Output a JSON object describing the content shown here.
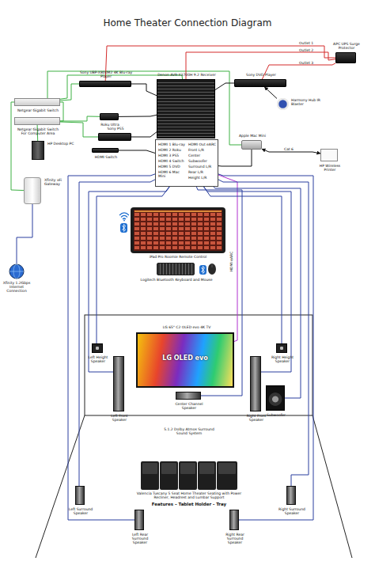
{
  "diagram": {
    "title": "Home Theater Connection Diagram",
    "nodes": [
      {
        "text": [
          "Netgear Gigabit Switch"
        ]
      },
      {
        "text": [
          "Netgear Gigabit Switch For Computer Area"
        ]
      },
      {
        "text": [
          "HP Desktop PC"
        ]
      },
      {
        "text": [
          "Xfinity xFi Gateway"
        ]
      },
      {
        "text": [
          "Xfinity 1.2Gbps Internet Connection"
        ]
      },
      {
        "text": [
          "Sony UBP-X800M2 4K Blu-ray Player"
        ]
      },
      {
        "text": [
          "Roku Ultra"
        ]
      },
      {
        "text": [
          "Sony PS5"
        ]
      },
      {
        "text": [
          "HDMI Switch"
        ]
      },
      {
        "text": [
          "Denon AVR-X3700H 9.2 Receiver"
        ]
      },
      {
        "text": [
          "HDMI 1 Blu-ray",
          "HDMI 2 Roku",
          "HDMI 3 PS5",
          "HDMI 4 Switch",
          "HDMI 5 DVD",
          "HDMI 6 Mac Mini",
          "HDMI Out eARC",
          "Front L/R",
          "Center",
          "Subwoofer",
          "Surround L/R",
          "Rear L/R",
          "Height L/R"
        ]
      },
      {
        "text": [
          "Sony DVD Player"
        ]
      },
      {
        "text": [
          "Harmony Hub IR Blaster"
        ]
      },
      {
        "text": [
          "Apple Mac Mini"
        ]
      },
      {
        "text": [
          "HP Wireless Printer"
        ]
      },
      {
        "text": [
          "APC UPS Surge Protector"
        ]
      },
      {
        "text": [
          "iPad Pro Roomie Remote Control"
        ]
      },
      {
        "text": [
          "Logitech Bluetooth Keyboard and Mouse"
        ]
      },
      {
        "text": [
          "LG OLED evo",
          "LG 65\" C2 OLED evo 4K TV"
        ]
      },
      {
        "text": [
          "Center Channel Speaker"
        ]
      },
      {
        "text": [
          "Left Front Speaker"
        ]
      },
      {
        "text": [
          "Right Front Speaker"
        ]
      },
      {
        "text": [
          "Subwoofer"
        ]
      },
      {
        "text": [
          "Left Height Speaker"
        ]
      },
      {
        "text": [
          "Right Height Speaker"
        ]
      },
      {
        "text": [
          "Valencia Tuscany 5 Seat Home Theater Seating with Power Recliner, Headrest and Lumbar Support",
          "Features – Tablet Holder - Tray"
        ]
      },
      {
        "text": [
          "Left Surround Speaker"
        ]
      },
      {
        "text": [
          "Right Surround Speaker"
        ]
      },
      {
        "text": [
          "Left Rear Surround Speaker"
        ]
      },
      {
        "text": [
          "Right Rear Surround Speaker"
        ]
      }
    ],
    "edges": [
      {
        "from": 4,
        "to": 3,
        "arrow": "none"
      },
      {
        "from": 3,
        "to": 0,
        "arrow": "none"
      },
      {
        "from": 0,
        "to": 1,
        "arrow": "none"
      },
      {
        "from": 1,
        "to": 2,
        "arrow": "none"
      },
      {
        "from": 0,
        "to": 5,
        "arrow": "none"
      },
      {
        "from": 0,
        "to": 9,
        "arrow": "none"
      },
      {
        "from": 0,
        "to": 13,
        "arrow": "none"
      },
      {
        "from": 1,
        "to": 6,
        "arrow": "none"
      },
      {
        "from": 1,
        "to": 7,
        "arrow": "none"
      },
      {
        "from": 5,
        "to": 9,
        "arrow": "none"
      },
      {
        "from": 6,
        "to": 9,
        "arrow": "none"
      },
      {
        "from": 7,
        "to": 9,
        "arrow": "none"
      },
      {
        "from": 8,
        "to": 10,
        "arrow": "none"
      },
      {
        "from": 11,
        "to": 9,
        "arrow": "none"
      },
      {
        "from": 13,
        "to": 10,
        "arrow": "none"
      },
      {
        "from": 13,
        "to": 14,
        "arrow": "both"
      },
      {
        "from": 12,
        "to": 11,
        "arrow": "to"
      },
      {
        "from": 5,
        "to": 15,
        "arrow": "none"
      },
      {
        "from": 9,
        "to": 15,
        "arrow": "none"
      },
      {
        "from": 11,
        "to": 15,
        "arrow": "none"
      },
      {
        "from": 10,
        "to": 18,
        "arrow": "none"
      },
      {
        "from": 10,
        "to": 20,
        "arrow": "none"
      },
      {
        "from": 10,
        "to": 21,
        "arrow": "none"
      },
      {
        "from": 10,
        "to": 19,
        "arrow": "none"
      },
      {
        "from": 10,
        "to": 22,
        "arrow": "none"
      },
      {
        "from": 10,
        "to": 23,
        "arrow": "none"
      },
      {
        "from": 10,
        "to": 24,
        "arrow": "none"
      },
      {
        "from": 10,
        "to": 26,
        "arrow": "none"
      },
      {
        "from": 10,
        "to": 27,
        "arrow": "none"
      },
      {
        "from": 10,
        "to": 28,
        "arrow": "none"
      },
      {
        "from": 10,
        "to": 29,
        "arrow": "none"
      }
    ],
    "labels": [
      "5.1.2 Dolby Atmos Surround Sound System",
      "Outlet 1",
      "Outlet 2",
      "Outlet 3",
      "HDMI eARC",
      "Cat 6"
    ]
  }
}
